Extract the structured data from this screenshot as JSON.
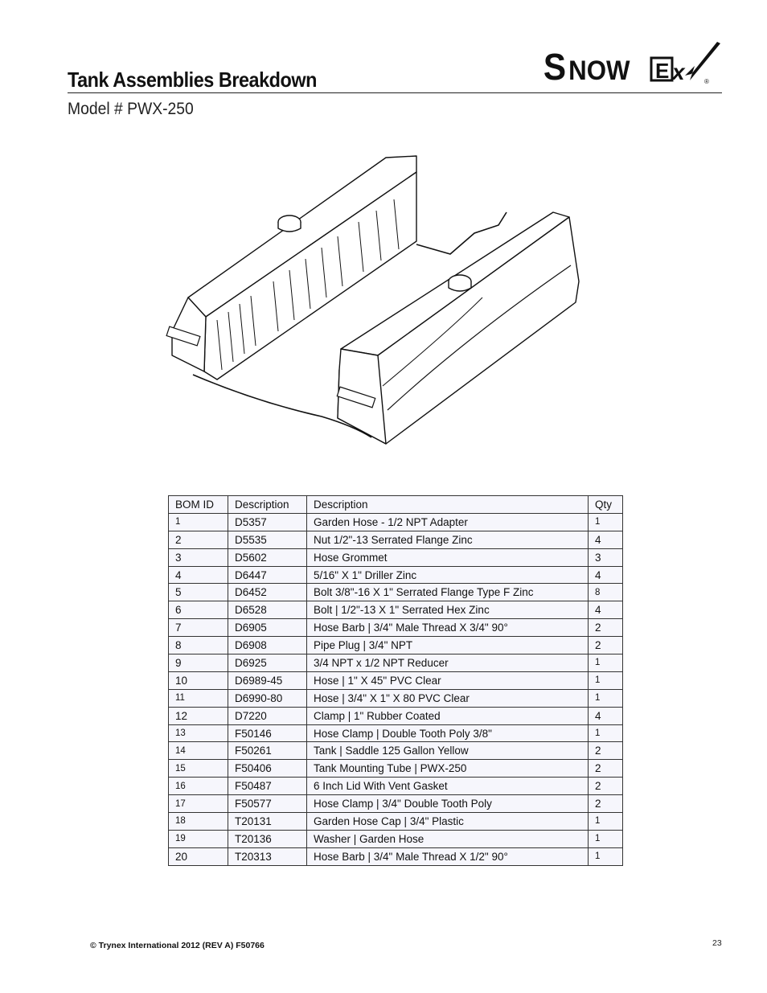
{
  "header": {
    "title": "Tank Assemblies Breakdown",
    "subtitle": "Model # PWX-250",
    "logo_text": "SnowEx"
  },
  "illustration": {
    "icon": "tank-assembly-drawing"
  },
  "bom_table": {
    "columns": [
      "BOM ID",
      "Description",
      "Description",
      "Qty"
    ],
    "rows": [
      {
        "id": "1",
        "part": "D5357",
        "desc": "Garden Hose - 1/2 NPT Adapter",
        "qty": "1"
      },
      {
        "id": "2",
        "part": "D5535",
        "desc": "Nut 1/2\"-13 Serrated Flange Zinc",
        "qty": "4"
      },
      {
        "id": "3",
        "part": "D5602",
        "desc": "Hose Grommet",
        "qty": "3"
      },
      {
        "id": "4",
        "part": "D6447",
        "desc": "5/16\" X 1\" Driller Zinc",
        "qty": "4"
      },
      {
        "id": "5",
        "part": "D6452",
        "desc": "Bolt 3/8\"-16 X 1\" Serrated Flange Type F Zinc",
        "qty": "8"
      },
      {
        "id": "6",
        "part": "D6528",
        "desc": "Bolt | 1/2\"-13 X 1\" Serrated Hex Zinc",
        "qty": "4"
      },
      {
        "id": "7",
        "part": "D6905",
        "desc": "Hose Barb | 3/4\" Male Thread X 3/4\" 90°",
        "qty": "2"
      },
      {
        "id": "8",
        "part": "D6908",
        "desc": "Pipe Plug | 3/4\" NPT",
        "qty": "2"
      },
      {
        "id": "9",
        "part": "D6925",
        "desc": "3/4 NPT x 1/2 NPT Reducer",
        "qty": "1"
      },
      {
        "id": "10",
        "part": "D6989-45",
        "desc": "Hose | 1\" X 45\" PVC Clear",
        "qty": "1"
      },
      {
        "id": "11",
        "part": "D6990-80",
        "desc": "Hose | 3/4\" X 1\" X 80 PVC Clear",
        "qty": "1"
      },
      {
        "id": "12",
        "part": "D7220",
        "desc": "Clamp | 1\" Rubber Coated",
        "qty": "4"
      },
      {
        "id": "13",
        "part": "F50146",
        "desc": "Hose Clamp | Double Tooth Poly 3/8\"",
        "qty": "1"
      },
      {
        "id": "14",
        "part": "F50261",
        "desc": "Tank | Saddle 125 Gallon Yellow",
        "qty": "2"
      },
      {
        "id": "15",
        "part": "F50406",
        "desc": "Tank Mounting Tube | PWX-250",
        "qty": "2"
      },
      {
        "id": "16",
        "part": "F50487",
        "desc": "6 Inch Lid With Vent Gasket",
        "qty": "2"
      },
      {
        "id": "17",
        "part": "F50577",
        "desc": "Hose Clamp | 3/4\" Double Tooth Poly",
        "qty": "2"
      },
      {
        "id": "18",
        "part": "T20131",
        "desc": "Garden Hose Cap | 3/4\" Plastic",
        "qty": "1"
      },
      {
        "id": "19",
        "part": "T20136",
        "desc": "Washer | Garden Hose",
        "qty": "1"
      },
      {
        "id": "20",
        "part": "T20313",
        "desc": "Hose Barb | 3/4\" Male Thread X 1/2\" 90°",
        "qty": "1"
      }
    ]
  },
  "footer": {
    "copyright": "© Trynex International 2012  (REV A) F50766",
    "page_number": "23"
  }
}
